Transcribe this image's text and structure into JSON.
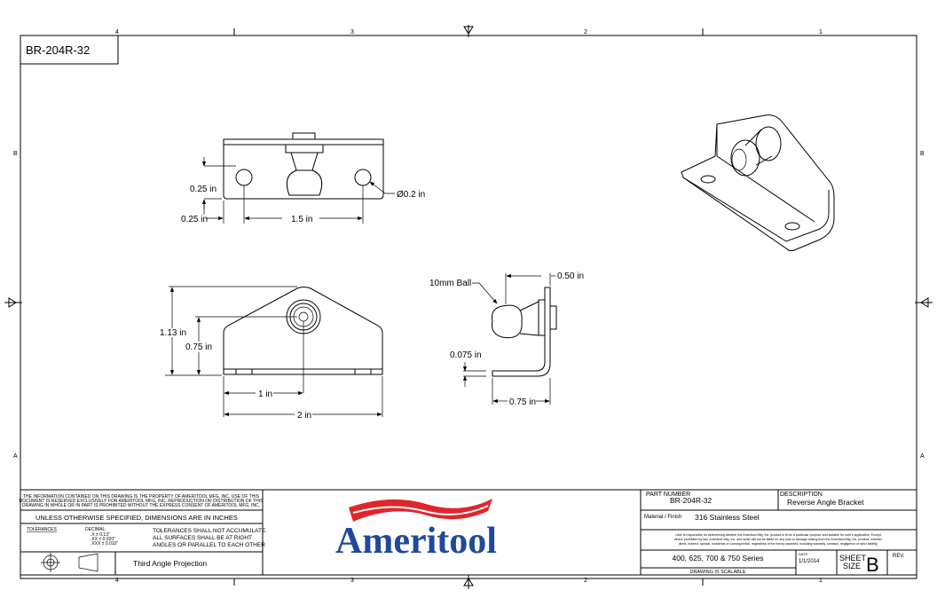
{
  "sheet": {
    "part_tag": "BR-204R-32",
    "zones_columns": [
      "4",
      "3",
      "2",
      "1"
    ],
    "zones_rows": [
      "B",
      "A"
    ]
  },
  "views": {
    "top": {
      "dim_hole_offset_y": "0.25 in",
      "dim_hole_offset_x": "0.25 in",
      "dim_hole_spacing": "1.5 in",
      "dim_hole_diameter": "Ø0.2 in"
    },
    "front": {
      "dim_height": "1.13 in",
      "dim_ball_height": "0.75 in",
      "dim_ball_offset": "1 in",
      "dim_width": "2 in"
    },
    "side": {
      "ball_label": "10mm Ball",
      "dim_ball_projection": "0.50 in",
      "dim_thickness": "0.075 in",
      "dim_flange": "0.75 in"
    }
  },
  "title_block": {
    "proprietary_lines": [
      "THE INFORMATION CONTAINED ON THIS DRAWING IS THE PROPERTY OF AMERITOOL MFG, INC.  USE OF THIS",
      "DOCUMENT IS RESERVED EXCLUSIVELY FOR AMERITOOL MFG, INC. REPRODUCTION OR DISTRIBUTION OF THIS",
      "DRAWING IN WHOLE OR IN PART IS PROHIBITED WITHOUT THE EXPRESS CONSENT OF AMERITOOL MFG, INC."
    ],
    "units_note": "UNLESS OTHERWISE SPECIFIED, DIMENSIONS ARE IN INCHES",
    "tolerances_label": "TOLERANCES",
    "decimal_label": "DECIMAL:",
    "tolerance_rows": [
      ".X    ± 0.13\"",
      ".XX   ± 0.020\"",
      ".XXX ± 0.010\""
    ],
    "tolerance_notes": [
      "TOLERANCES SHALL NOT ACCUMULATE.",
      "ALL SURFACES SHALL BE AT RIGHT",
      "ANGLES OR PARALLEL TO EACH OTHER"
    ],
    "projection": "Third Angle Projection",
    "logo_text": "Ameritool",
    "logo_colors": {
      "flag": "#e0262b",
      "text": "#1f4a9a"
    },
    "part_number_label": "PART NUMBER",
    "part_number": "BR-204R-32",
    "description_label": "DESCRIPTION",
    "description": "Reverse Angle Bracket",
    "material_label": "Material / Finish",
    "material": "316 Stainless Steel",
    "disclaimer_lines": [
      "User is responsible for determining whether the Ameritool Mfg, Inc. product is fit for a particular purpose and suitable for user's application.  Except",
      "where prohibited by law, Ameritool Mfg, Inc. and seller will not be liable for any loss or damage arising from the Ameritool Mfg, Inc. product, whether",
      "direct, indirect, special, incidental or consequential, regardless of the theory asserted, including warranty, contract, negligence or strict liability."
    ],
    "series": "400, 625, 700 & 750 Series",
    "scalable_note": "DRAWING IS SCALABLE",
    "date_label": "DATE",
    "date": "1/1/2014",
    "sheet_size_label_1": "SHEET",
    "sheet_size_label_2": "SIZE",
    "sheet_size": "B",
    "rev_label": "REV."
  }
}
